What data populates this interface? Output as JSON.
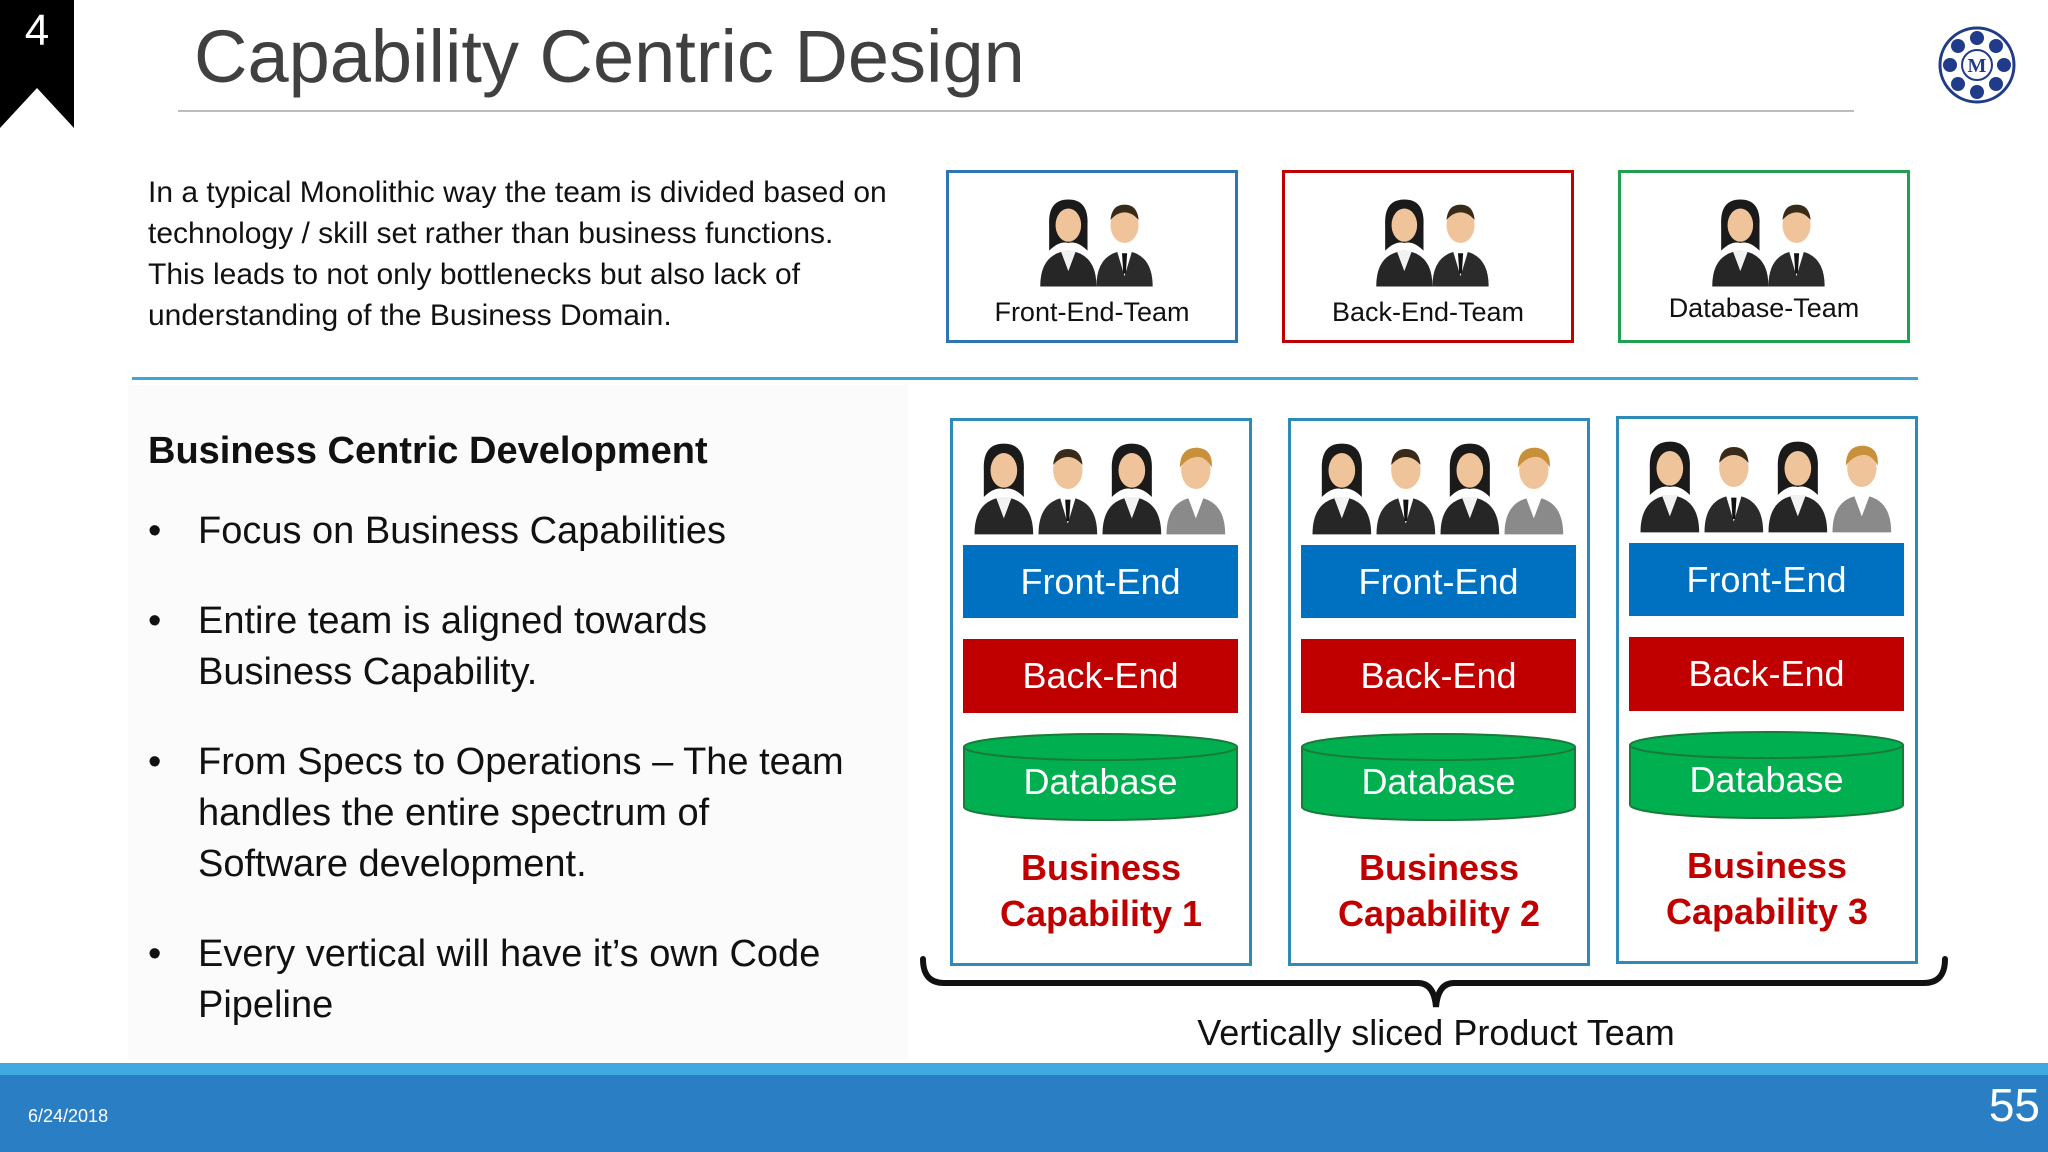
{
  "slide": {
    "number": "4",
    "title": "Capability Centric Design",
    "page": "55",
    "date": "6/24/2018"
  },
  "intro": {
    "text": "In a typical Monolithic way the team is divided based on technology / skill set rather than business functions. This leads to not only bottlenecks but also lack of understanding of the Business Domain."
  },
  "teams": [
    {
      "label": "Front-End-Team",
      "color": "#2e75b6"
    },
    {
      "label": "Back-End-Team",
      "color": "#c00000"
    },
    {
      "label": "Database-Team",
      "color": "#20a050"
    }
  ],
  "bcd": {
    "heading": "Business Centric Development",
    "bullets": [
      "Focus on Business Capabilities",
      "Entire team is aligned towards Business Capability.",
      "From Specs to Operations – The team handles the entire spectrum of Software development.",
      "Every vertical will have it’s own Code Pipeline"
    ]
  },
  "columns": [
    {
      "front": "Front-End",
      "back": "Back-End",
      "db": "Database",
      "cap_line1": "Business",
      "cap_line2": "Capability 1"
    },
    {
      "front": "Front-End",
      "back": "Back-End",
      "db": "Database",
      "cap_line1": "Business",
      "cap_line2": "Capability 2"
    },
    {
      "front": "Front-End",
      "back": "Back-End",
      "db": "Database",
      "cap_line1": "Business",
      "cap_line2": "Capability 3"
    }
  ],
  "brace_label": "Vertically sliced Product Team",
  "colors": {
    "front_end": "#0070c0",
    "back_end": "#c00000",
    "database": "#00b050",
    "footer": "#2a7fc4",
    "accent_rule": "#3ea7d7"
  },
  "icons": {
    "logo": "circular-emblem-icon",
    "team": "two-people-icon",
    "vertical_team": "four-people-icon"
  }
}
